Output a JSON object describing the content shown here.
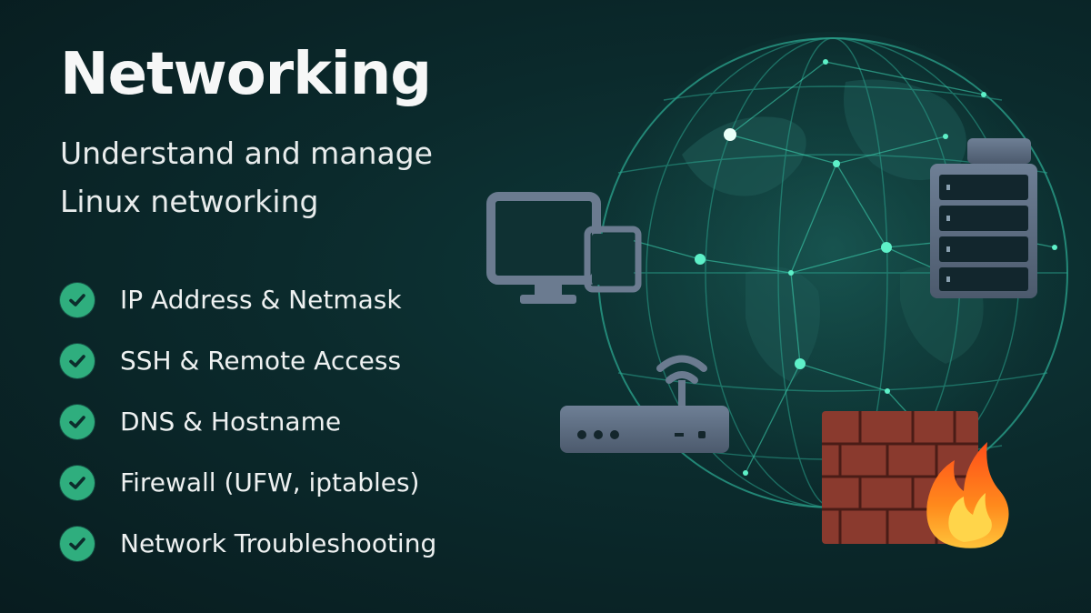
{
  "title": "Networking",
  "subtitle": "Understand and manage Linux networking",
  "features": [
    {
      "label": "IP Address & Netmask",
      "icon": "check-icon"
    },
    {
      "label": "SSH & Remote Access",
      "icon": "check-icon"
    },
    {
      "label": "DNS & Hostname",
      "icon": "check-icon"
    },
    {
      "label": "Firewall (UFW, iptables)",
      "icon": "check-icon"
    },
    {
      "label": "Network Troubleshooting",
      "icon": "check-icon"
    }
  ],
  "colors": {
    "background": "#0b2a2c",
    "accent": "#2fae7e",
    "globe_line": "#2ba58f",
    "node": "#5ef0c8",
    "device": "#5f6f84",
    "brick": "#8a3a2e",
    "flame": "#ff7a1a"
  },
  "illustration": {
    "items": [
      "globe-icon",
      "computer-monitor-icon",
      "server-rack-icon",
      "wifi-router-icon",
      "firewall-icon"
    ]
  }
}
